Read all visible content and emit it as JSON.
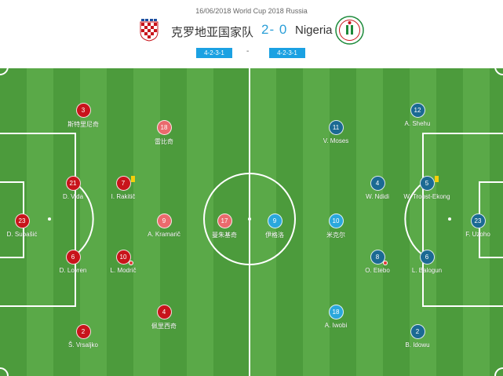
{
  "match": {
    "meta": "16/06/2018 World Cup 2018 Russia",
    "home_team": "克罗地亚国家队",
    "away_team": "Nigeria",
    "score": "2- 0",
    "home_formation": "4-2-3-1",
    "away_formation": "4-2-3-1",
    "formation_separator": "-"
  },
  "colors": {
    "pitch_light": "#5aa948",
    "pitch_dark": "#4c9b3c",
    "home_dark": "#c8141b",
    "home_light": "#ea6a6d",
    "away_dark": "#1b6a93",
    "away_light": "#2aa8dc",
    "formation_badge": "#1ba1e2"
  },
  "players": {
    "home": [
      {
        "number": "23",
        "name": "D. Subašić",
        "style": "home-dark"
      },
      {
        "number": "3",
        "name": "斯特里尼奇",
        "style": "home-dark"
      },
      {
        "number": "21",
        "name": "D. Vida",
        "style": "home-dark"
      },
      {
        "number": "6",
        "name": "D. Lovren",
        "style": "home-dark"
      },
      {
        "number": "2",
        "name": "Š. Vrsaljko",
        "style": "home-dark"
      },
      {
        "number": "7",
        "name": "I. Rakitič",
        "style": "home-dark",
        "card": "yellow"
      },
      {
        "number": "10",
        "name": "L. Modrič",
        "style": "home-dark",
        "sub": true
      },
      {
        "number": "18",
        "name": "雷比奇",
        "style": "home-light"
      },
      {
        "number": "9",
        "name": "A. Kramarič",
        "style": "home-light"
      },
      {
        "number": "4",
        "name": "佩里西奇",
        "style": "home-dark"
      },
      {
        "number": "17",
        "name": "曼朱基奇",
        "style": "home-light"
      }
    ],
    "away": [
      {
        "number": "9",
        "name": "伊格洛",
        "style": "away-light"
      },
      {
        "number": "11",
        "name": "V. Moses",
        "style": "away-dark"
      },
      {
        "number": "10",
        "name": "米克尔",
        "style": "away-light"
      },
      {
        "number": "18",
        "name": "A. Iwobi",
        "style": "away-light"
      },
      {
        "number": "4",
        "name": "W. Ndidi",
        "style": "away-dark"
      },
      {
        "number": "8",
        "name": "O. Etebo",
        "style": "away-dark",
        "sub": true
      },
      {
        "number": "12",
        "name": "A. Shehu",
        "style": "away-dark"
      },
      {
        "number": "5",
        "name": "W. Troost-Ekong",
        "style": "away-dark",
        "card": "yellow"
      },
      {
        "number": "6",
        "name": "L. Balogun",
        "style": "away-dark"
      },
      {
        "number": "2",
        "name": "B. Idowu",
        "style": "away-dark"
      },
      {
        "number": "23",
        "name": "F. Uzoho",
        "style": "away-dark"
      }
    ]
  }
}
